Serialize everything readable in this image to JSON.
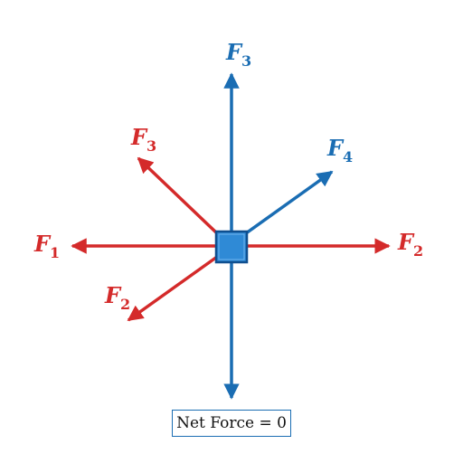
{
  "colors": {
    "red_arrows": "#d42a2a",
    "blue_arrows": "#1a6db3",
    "block_fill": "#2f8ad6",
    "block_border": "#0f4f8f"
  },
  "forces": {
    "f3_top": {
      "symbol": "F",
      "sub": "3"
    },
    "f3_upper_left": {
      "symbol": "F",
      "sub": "3"
    },
    "f4": {
      "symbol": "F",
      "sub": "4"
    },
    "f1": {
      "symbol": "F",
      "sub": "1"
    },
    "f2_right": {
      "symbol": "F",
      "sub": "2"
    },
    "f2_lower_left": {
      "symbol": "F",
      "sub": "2"
    }
  },
  "net_force_label": "Net Force = 0"
}
